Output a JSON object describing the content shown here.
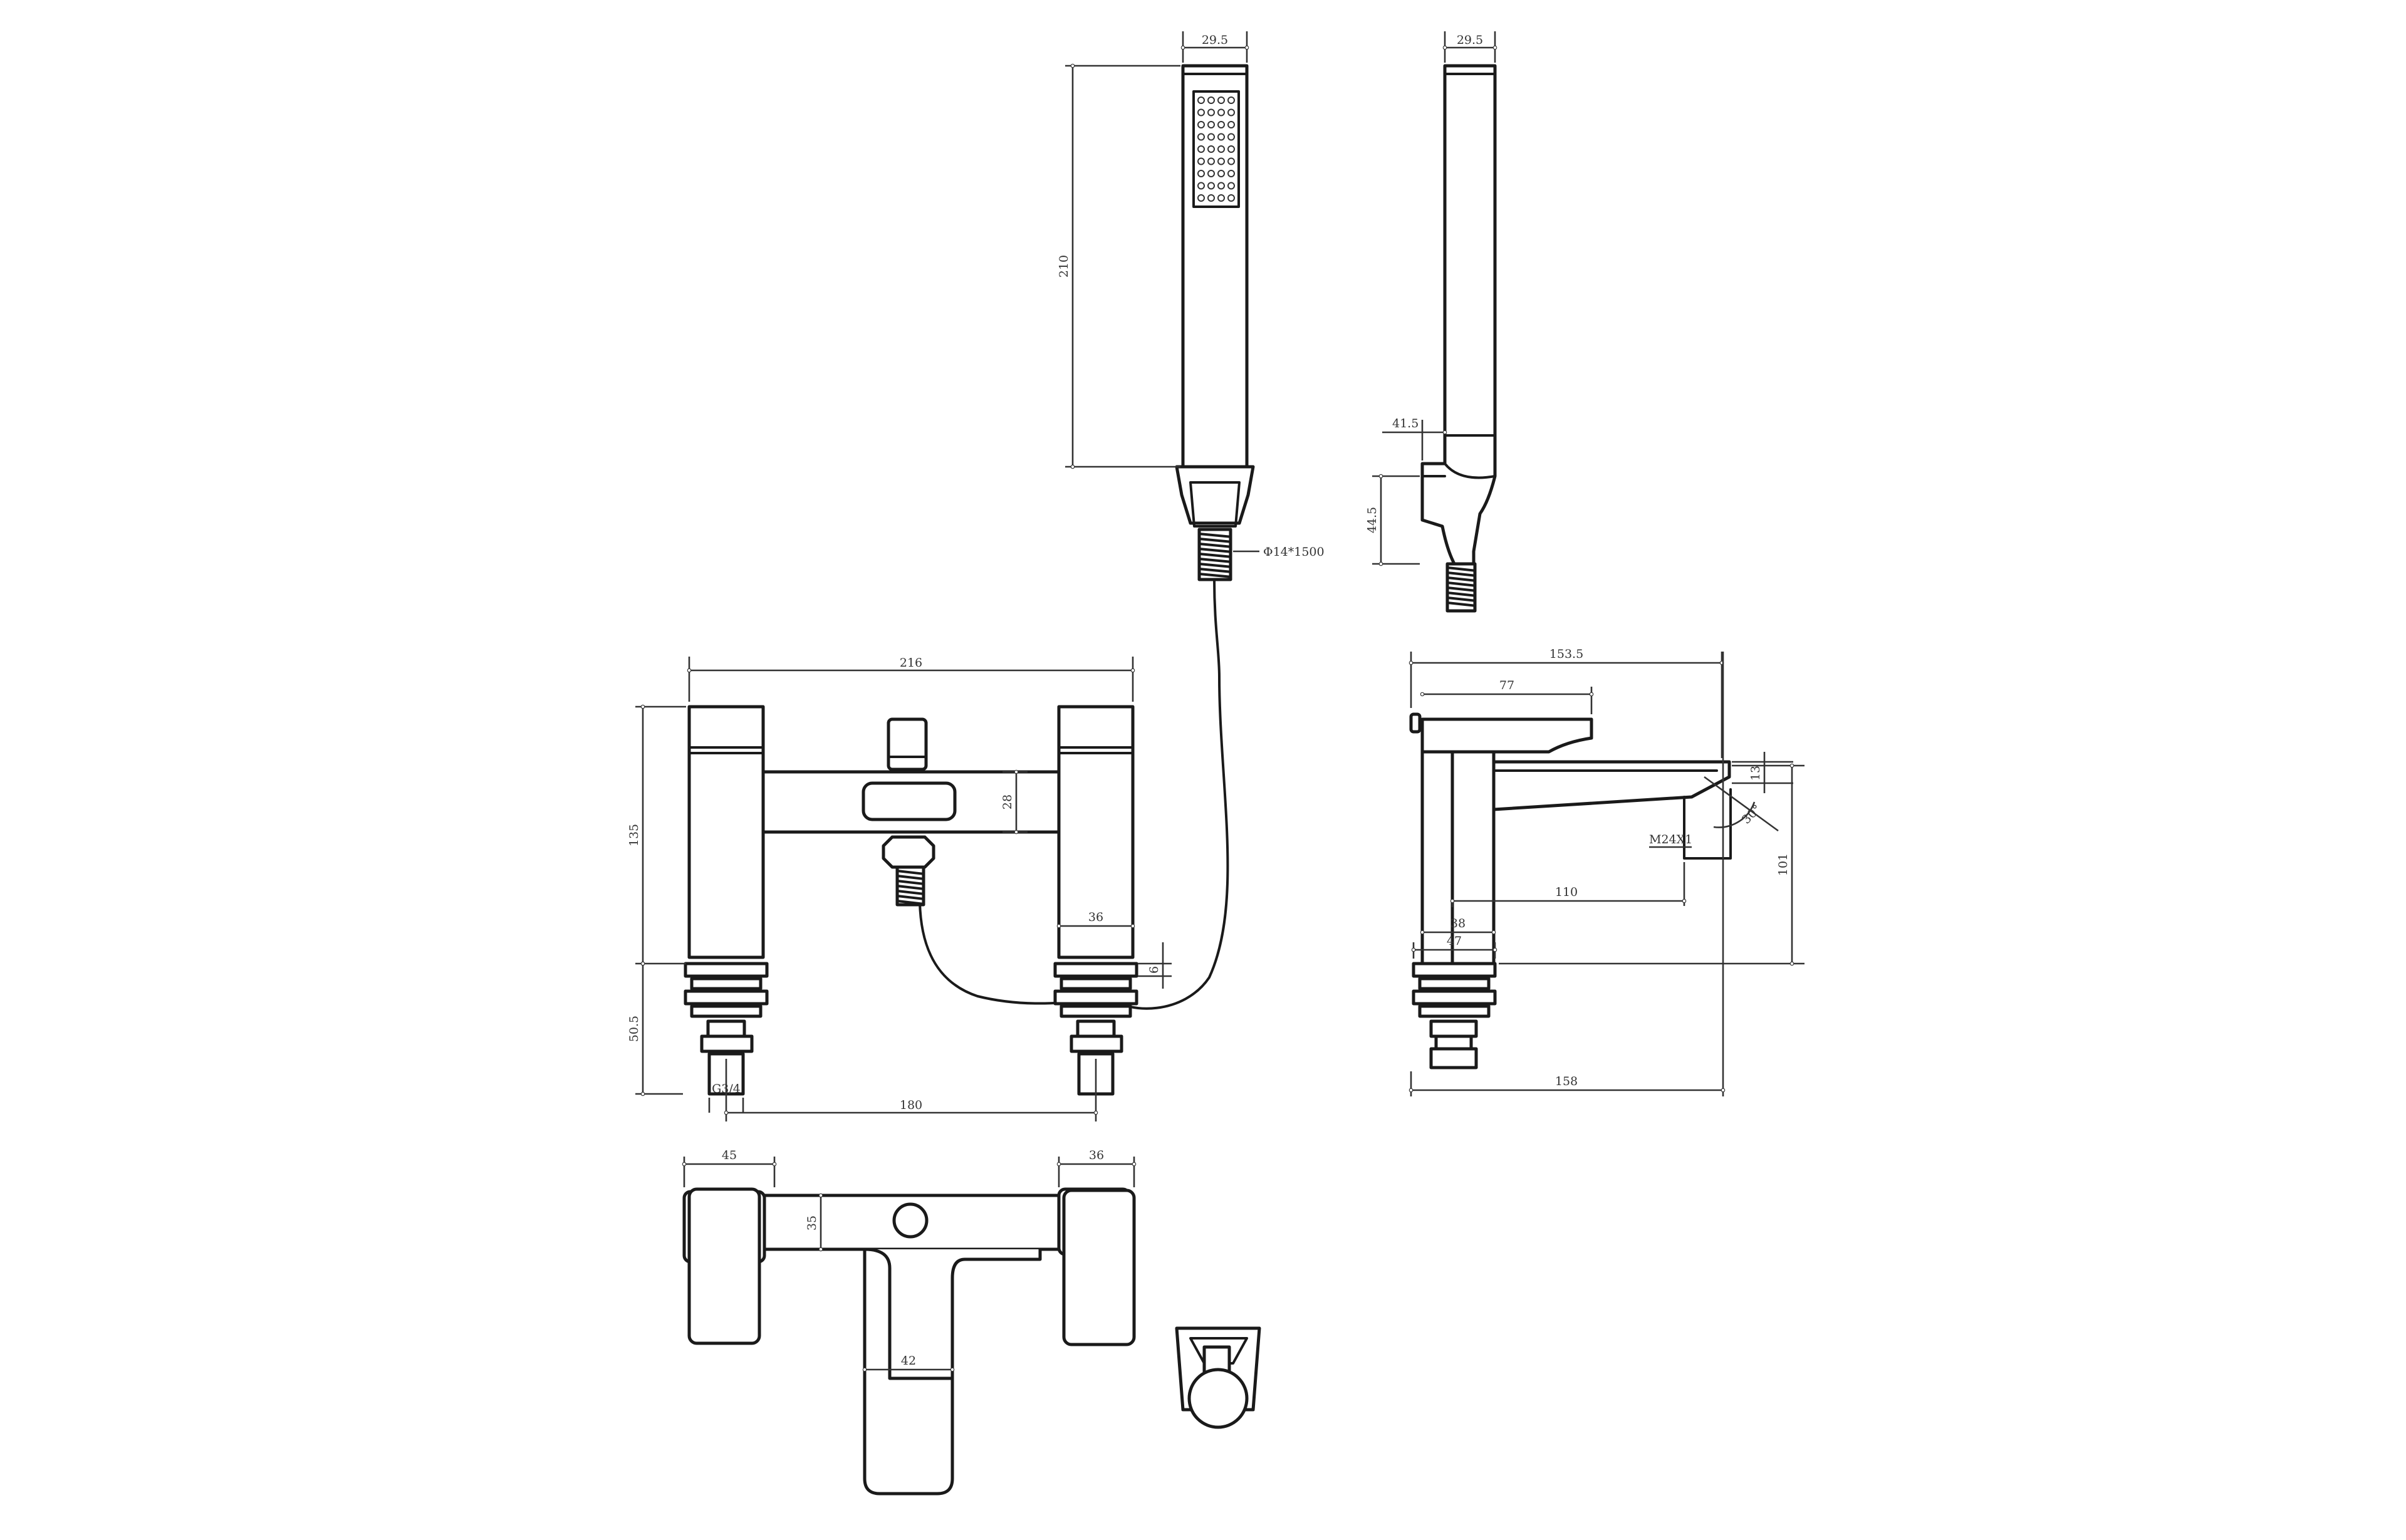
{
  "colors": {
    "line": "#1a1a1a",
    "dimension": "#333333",
    "background": "#ffffff"
  },
  "handset": {
    "front": {
      "width": "29.5",
      "height": "210",
      "hose": "Φ14*1500"
    },
    "side": {
      "width": "29.5",
      "depth": "41.5",
      "bracket_height": "44.5"
    }
  },
  "front_view": {
    "overall_width": "216",
    "body_height": "135",
    "bar_height": "28",
    "leg_width": "36",
    "plate_thickness": "6",
    "shank_height": "50.5",
    "thread": "G3/4",
    "centres": "180"
  },
  "side_view": {
    "overall_depth": "153.5",
    "lever_length": "77",
    "spout_tip": "13",
    "spout_angle": "30°",
    "aerator_thread": "M24X1",
    "spout_reach": "110",
    "spout_height": "101",
    "body_width": "38",
    "plate_width": "47",
    "base_depth": "158"
  },
  "plan_view": {
    "lever_width": "45",
    "handle_width": "36",
    "bar_depth": "35",
    "spout_width": "42"
  }
}
